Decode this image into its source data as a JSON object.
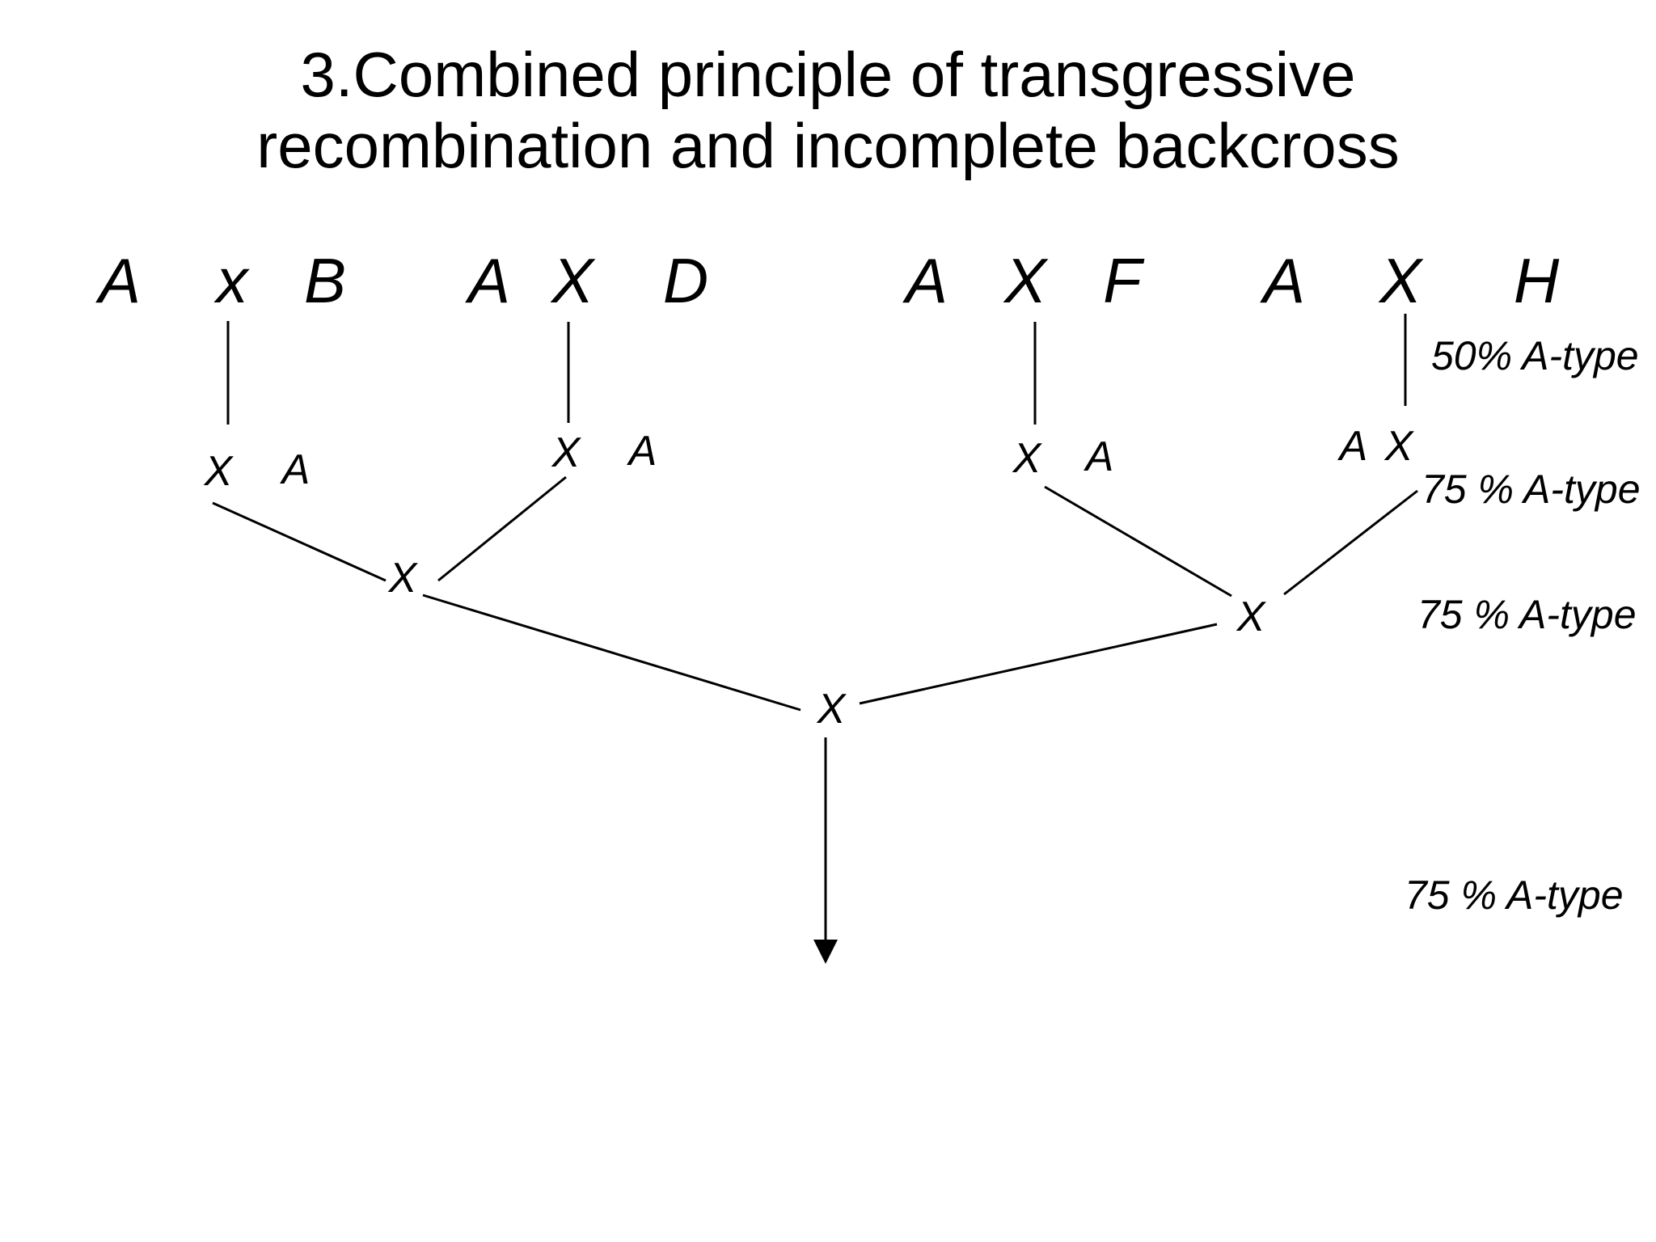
{
  "slide": {
    "title_line1": "3.Combined principle of transgressive",
    "title_line2": "recombination and incomplete backcross"
  },
  "diagram": {
    "generation0": [
      {
        "parent1": "A",
        "cross": "x",
        "parent2": "B"
      },
      {
        "parent1": "A",
        "cross": "X",
        "parent2": "D"
      },
      {
        "parent1": "A",
        "cross": "X",
        "parent2": "F"
      },
      {
        "parent1": "A",
        "cross": "X",
        "parent2": "H"
      }
    ],
    "generation1": [
      {
        "first": "X",
        "second": "A"
      },
      {
        "first": "X",
        "second": "A"
      },
      {
        "first": "X",
        "second": "A"
      },
      {
        "first": "A",
        "second": "X"
      }
    ],
    "cross_nodes": {
      "left_mid": "X",
      "right_mid": "X",
      "bottom": "X"
    },
    "percent_labels": [
      "50% A-type",
      "75 % A-type",
      "75 % A-type",
      "75 % A-type"
    ],
    "text_color": "#000000",
    "background_color": "#ffffff"
  }
}
